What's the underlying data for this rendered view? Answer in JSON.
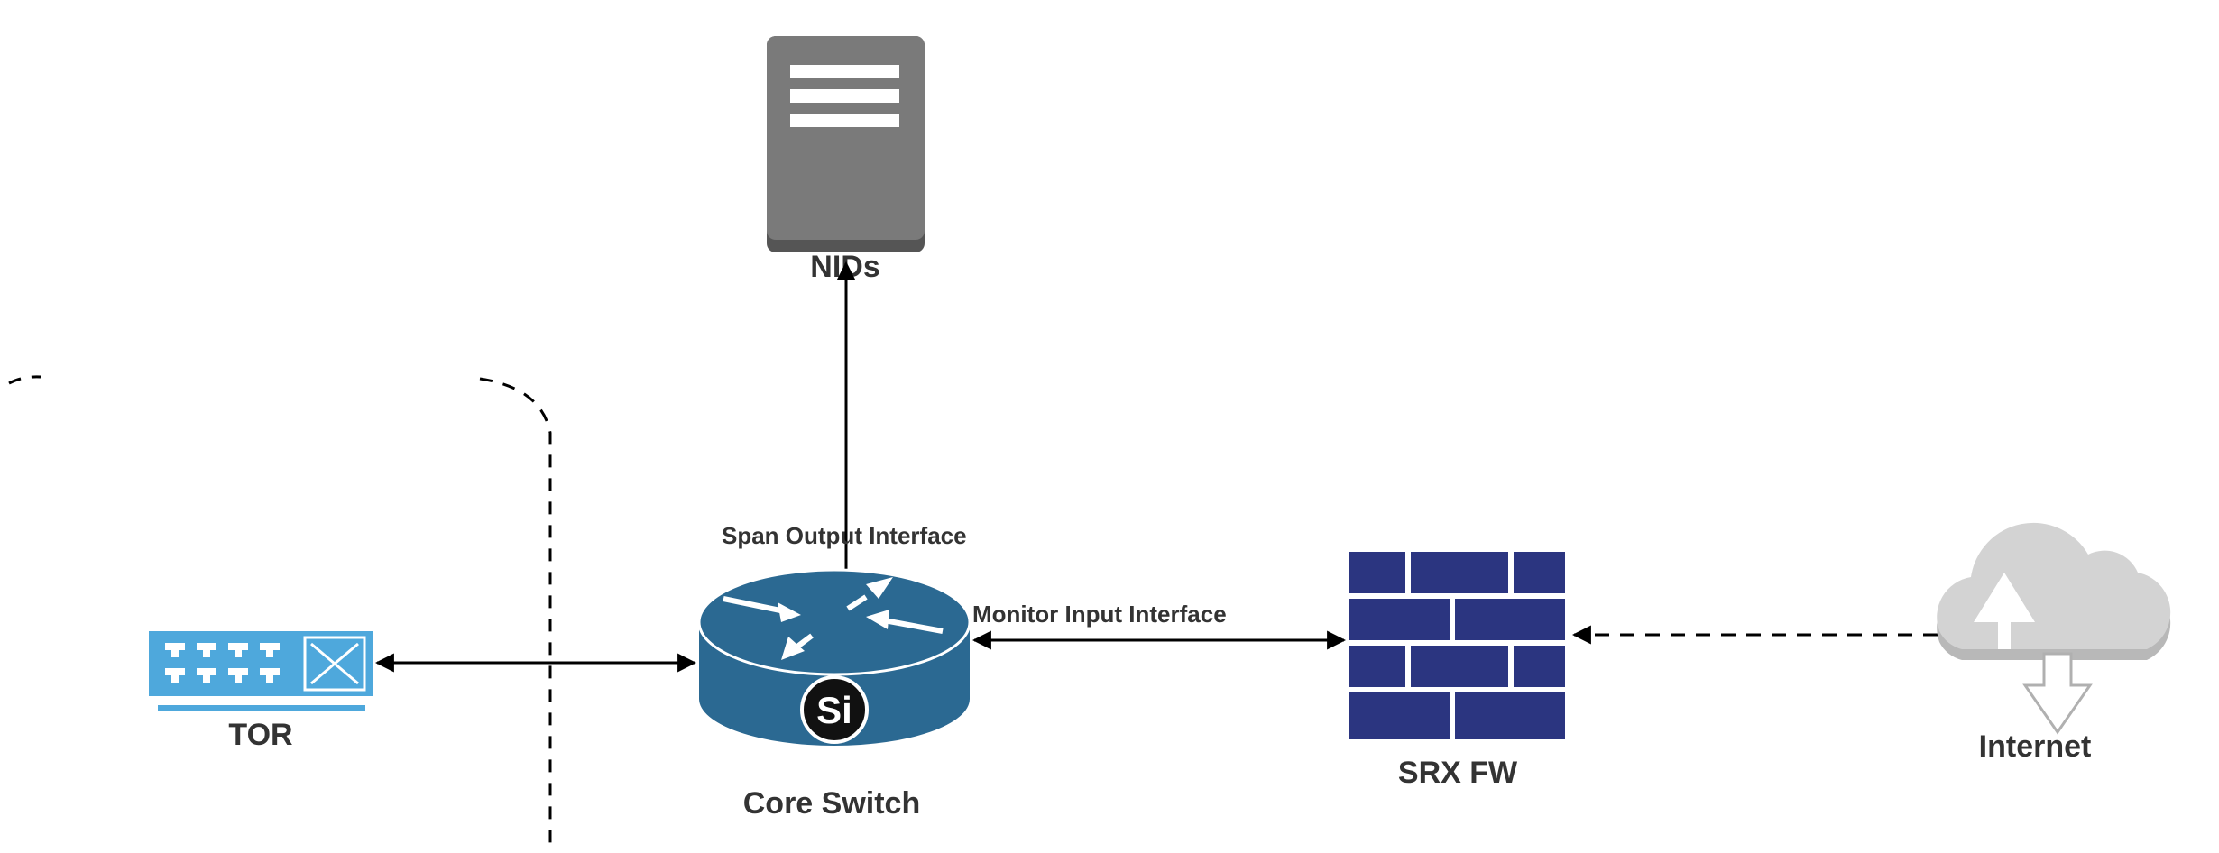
{
  "nodes": {
    "nids": {
      "label": "NIDs",
      "icon": "server-icon",
      "color": "#7a7a7a"
    },
    "tor": {
      "label": "TOR",
      "icon": "network-switch-icon",
      "color": "#4ea8dc"
    },
    "core_switch": {
      "label": "Core Switch",
      "icon": "router-icon",
      "badge": "Si",
      "color": "#2b6992"
    },
    "srx_fw": {
      "label": "SRX FW",
      "icon": "firewall-icon",
      "color": "#2b3580"
    },
    "internet": {
      "label": "Internet",
      "icon": "cloud-icon",
      "color": "#d3d3d3"
    }
  },
  "edges": {
    "span_output": {
      "label": "Span Output Interface",
      "style": "solid",
      "direction": "both"
    },
    "monitor_input": {
      "label": "Monitor Input Interface",
      "style": "solid",
      "direction": "both"
    },
    "tor_core": {
      "style": "solid",
      "direction": "both"
    },
    "internet_fw": {
      "style": "dashed",
      "direction": "to-srx-fw"
    }
  }
}
